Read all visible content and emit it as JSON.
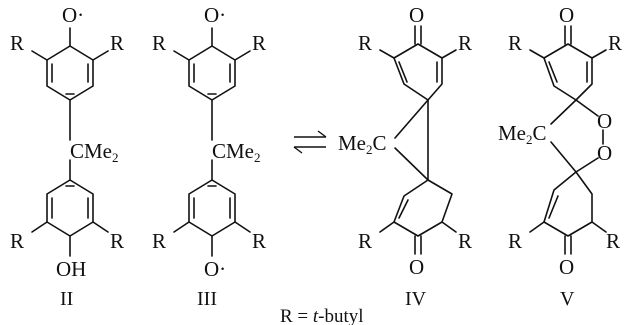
{
  "atoms": {
    "R": "R",
    "O_radical": "O·",
    "OH": "OH",
    "O": "O",
    "CMe": "CMe",
    "Me2C": "Me",
    "two": "2",
    "C": "C"
  },
  "compounds": [
    {
      "label": "II"
    },
    {
      "label": "III"
    },
    {
      "label": "IV"
    },
    {
      "label": "V"
    }
  ],
  "footnote": {
    "prefix": "R = ",
    "italic": "t",
    "suffix": "-butyl"
  },
  "colors": {
    "ink": "#111111",
    "background": "#ffffff"
  }
}
